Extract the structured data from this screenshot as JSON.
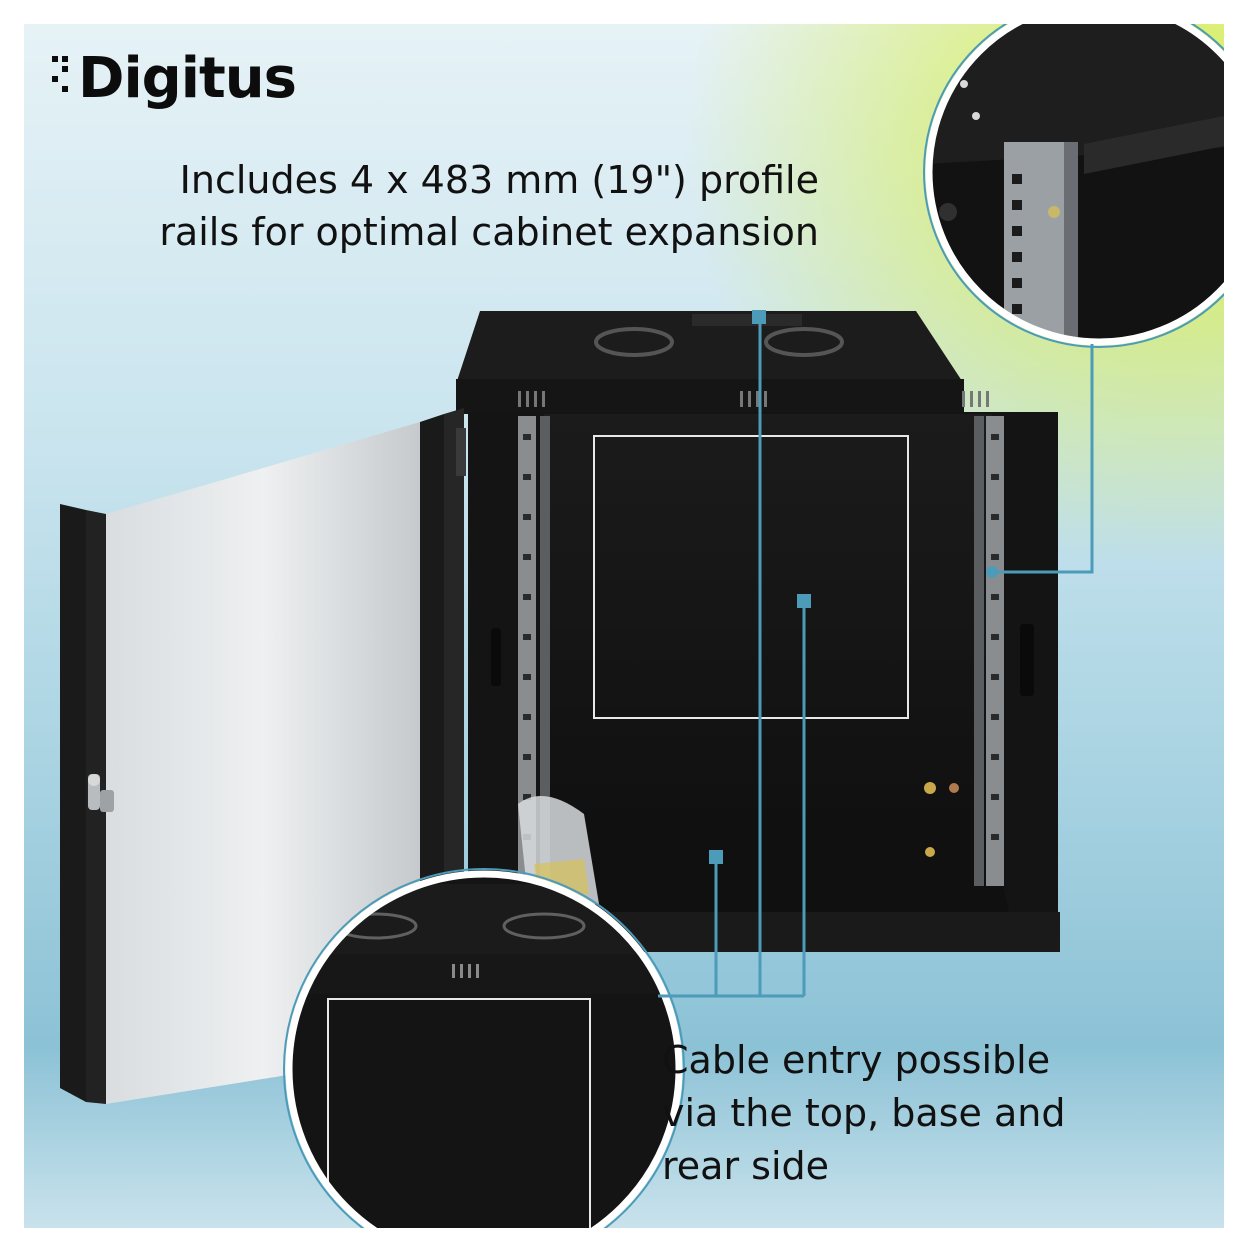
{
  "logo": {
    "text": "Digitus",
    "color": "#0c0c0c"
  },
  "captions": {
    "top": [
      "Includes 4 x 483 mm (19\") profile",
      "rails for optimal cabinet expansion"
    ],
    "bottom": [
      "Cable entry possible",
      "via the top, base and",
      "rear side"
    ]
  },
  "colors": {
    "callout_line": "#4c9bb8",
    "cabinet": "#141414",
    "accent_green": "#d6ee3c",
    "background": "#b7dbe7"
  }
}
